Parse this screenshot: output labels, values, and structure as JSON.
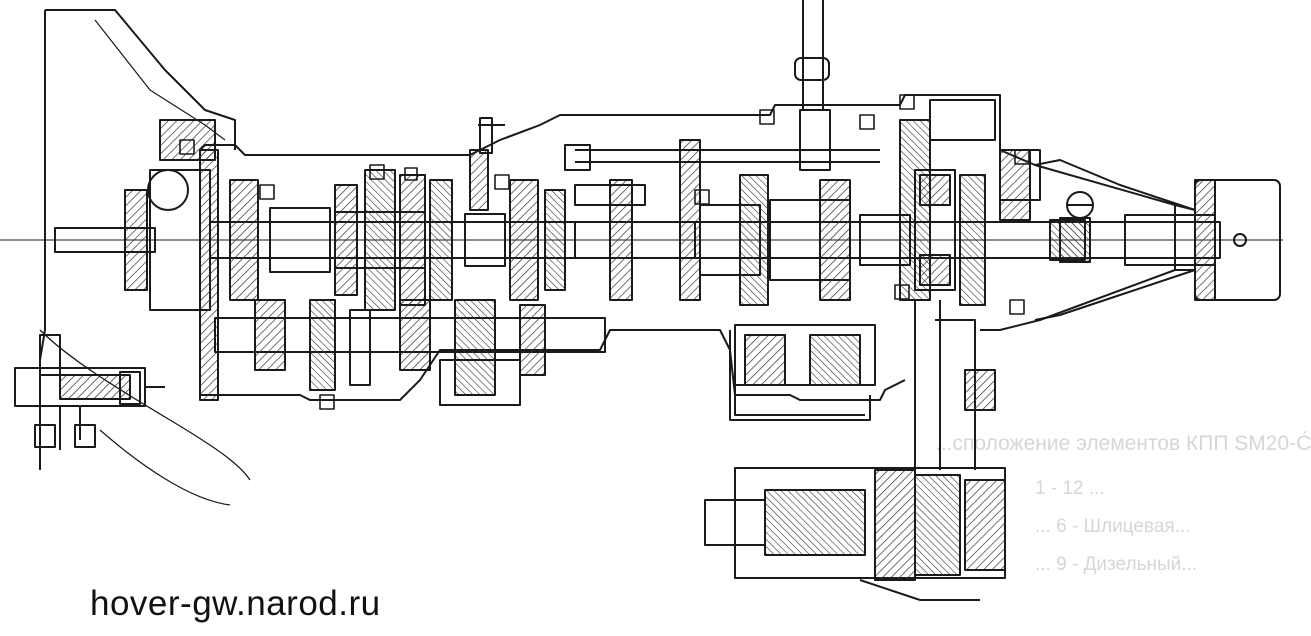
{
  "watermark": {
    "text": "hover-gw.narod.ru"
  },
  "drawing": {
    "line_color": "#1a1a1a",
    "hatch_color": "#333333",
    "background": "#ffffff"
  },
  "ghost_text": {
    "caption": "...сположение элементов КПП SM20-Ć",
    "line1": "1 - 12 ...",
    "line2": "... 6 - Шлицевая...",
    "line3": "... 9 - Дизельный..."
  }
}
